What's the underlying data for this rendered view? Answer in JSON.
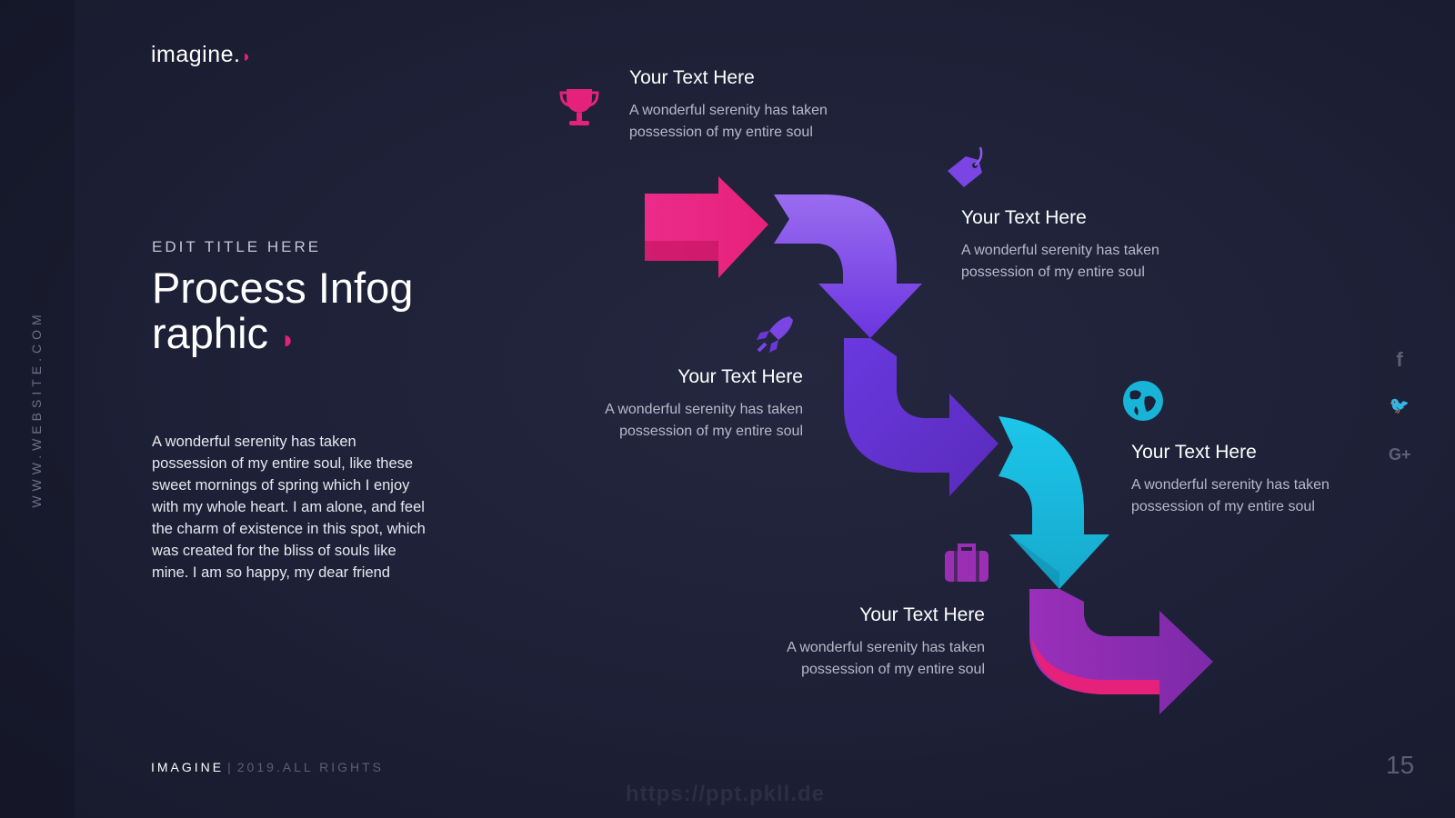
{
  "brand": {
    "name": "imagine."
  },
  "side_text": "WWW.WEBSITE.COM",
  "header": {
    "subtitle": "EDIT TITLE HERE",
    "title": "Process Infographic"
  },
  "description": "A wonderful serenity has taken possession of my entire soul, like these sweet mornings of spring which I enjoy with my whole heart. I am alone, and feel the charm of existence in this spot, which was created for the bliss of souls like mine. I am so happy, my dear friend",
  "steps": [
    {
      "icon": "trophy-icon",
      "title": "Your Text Here",
      "text": "A wonderful serenity has taken possession of my entire soul"
    },
    {
      "icon": "tag-icon",
      "title": "Your Text Here",
      "text": "A wonderful serenity has taken possession of my entire soul"
    },
    {
      "icon": "rocket-icon",
      "title": "Your Text Here",
      "text": "A wonderful serenity has taken possession of my entire soul"
    },
    {
      "icon": "globe-icon",
      "title": "Your Text Here",
      "text": "A wonderful serenity has taken possession of my entire soul"
    },
    {
      "icon": "briefcase-icon",
      "title": "Your Text Here",
      "text": "A wonderful serenity has taken possession of my entire soul"
    }
  ],
  "social": [
    {
      "icon": "facebook-icon",
      "glyph": "f"
    },
    {
      "icon": "twitter-icon",
      "glyph": "🐦"
    },
    {
      "icon": "google-plus-icon",
      "glyph": "G+"
    }
  ],
  "footer": {
    "brand": "IMAGINE",
    "sep": "|",
    "rights": "2019.ALL RIGHTS"
  },
  "page_number": "15",
  "watermark": "https://ppt.pkll.de",
  "colors": {
    "pink": "#e6217c",
    "purple": "#7b3fe4",
    "cyan": "#18b4d8",
    "magenta": "#9b2fb4",
    "background": "#1d2036"
  }
}
